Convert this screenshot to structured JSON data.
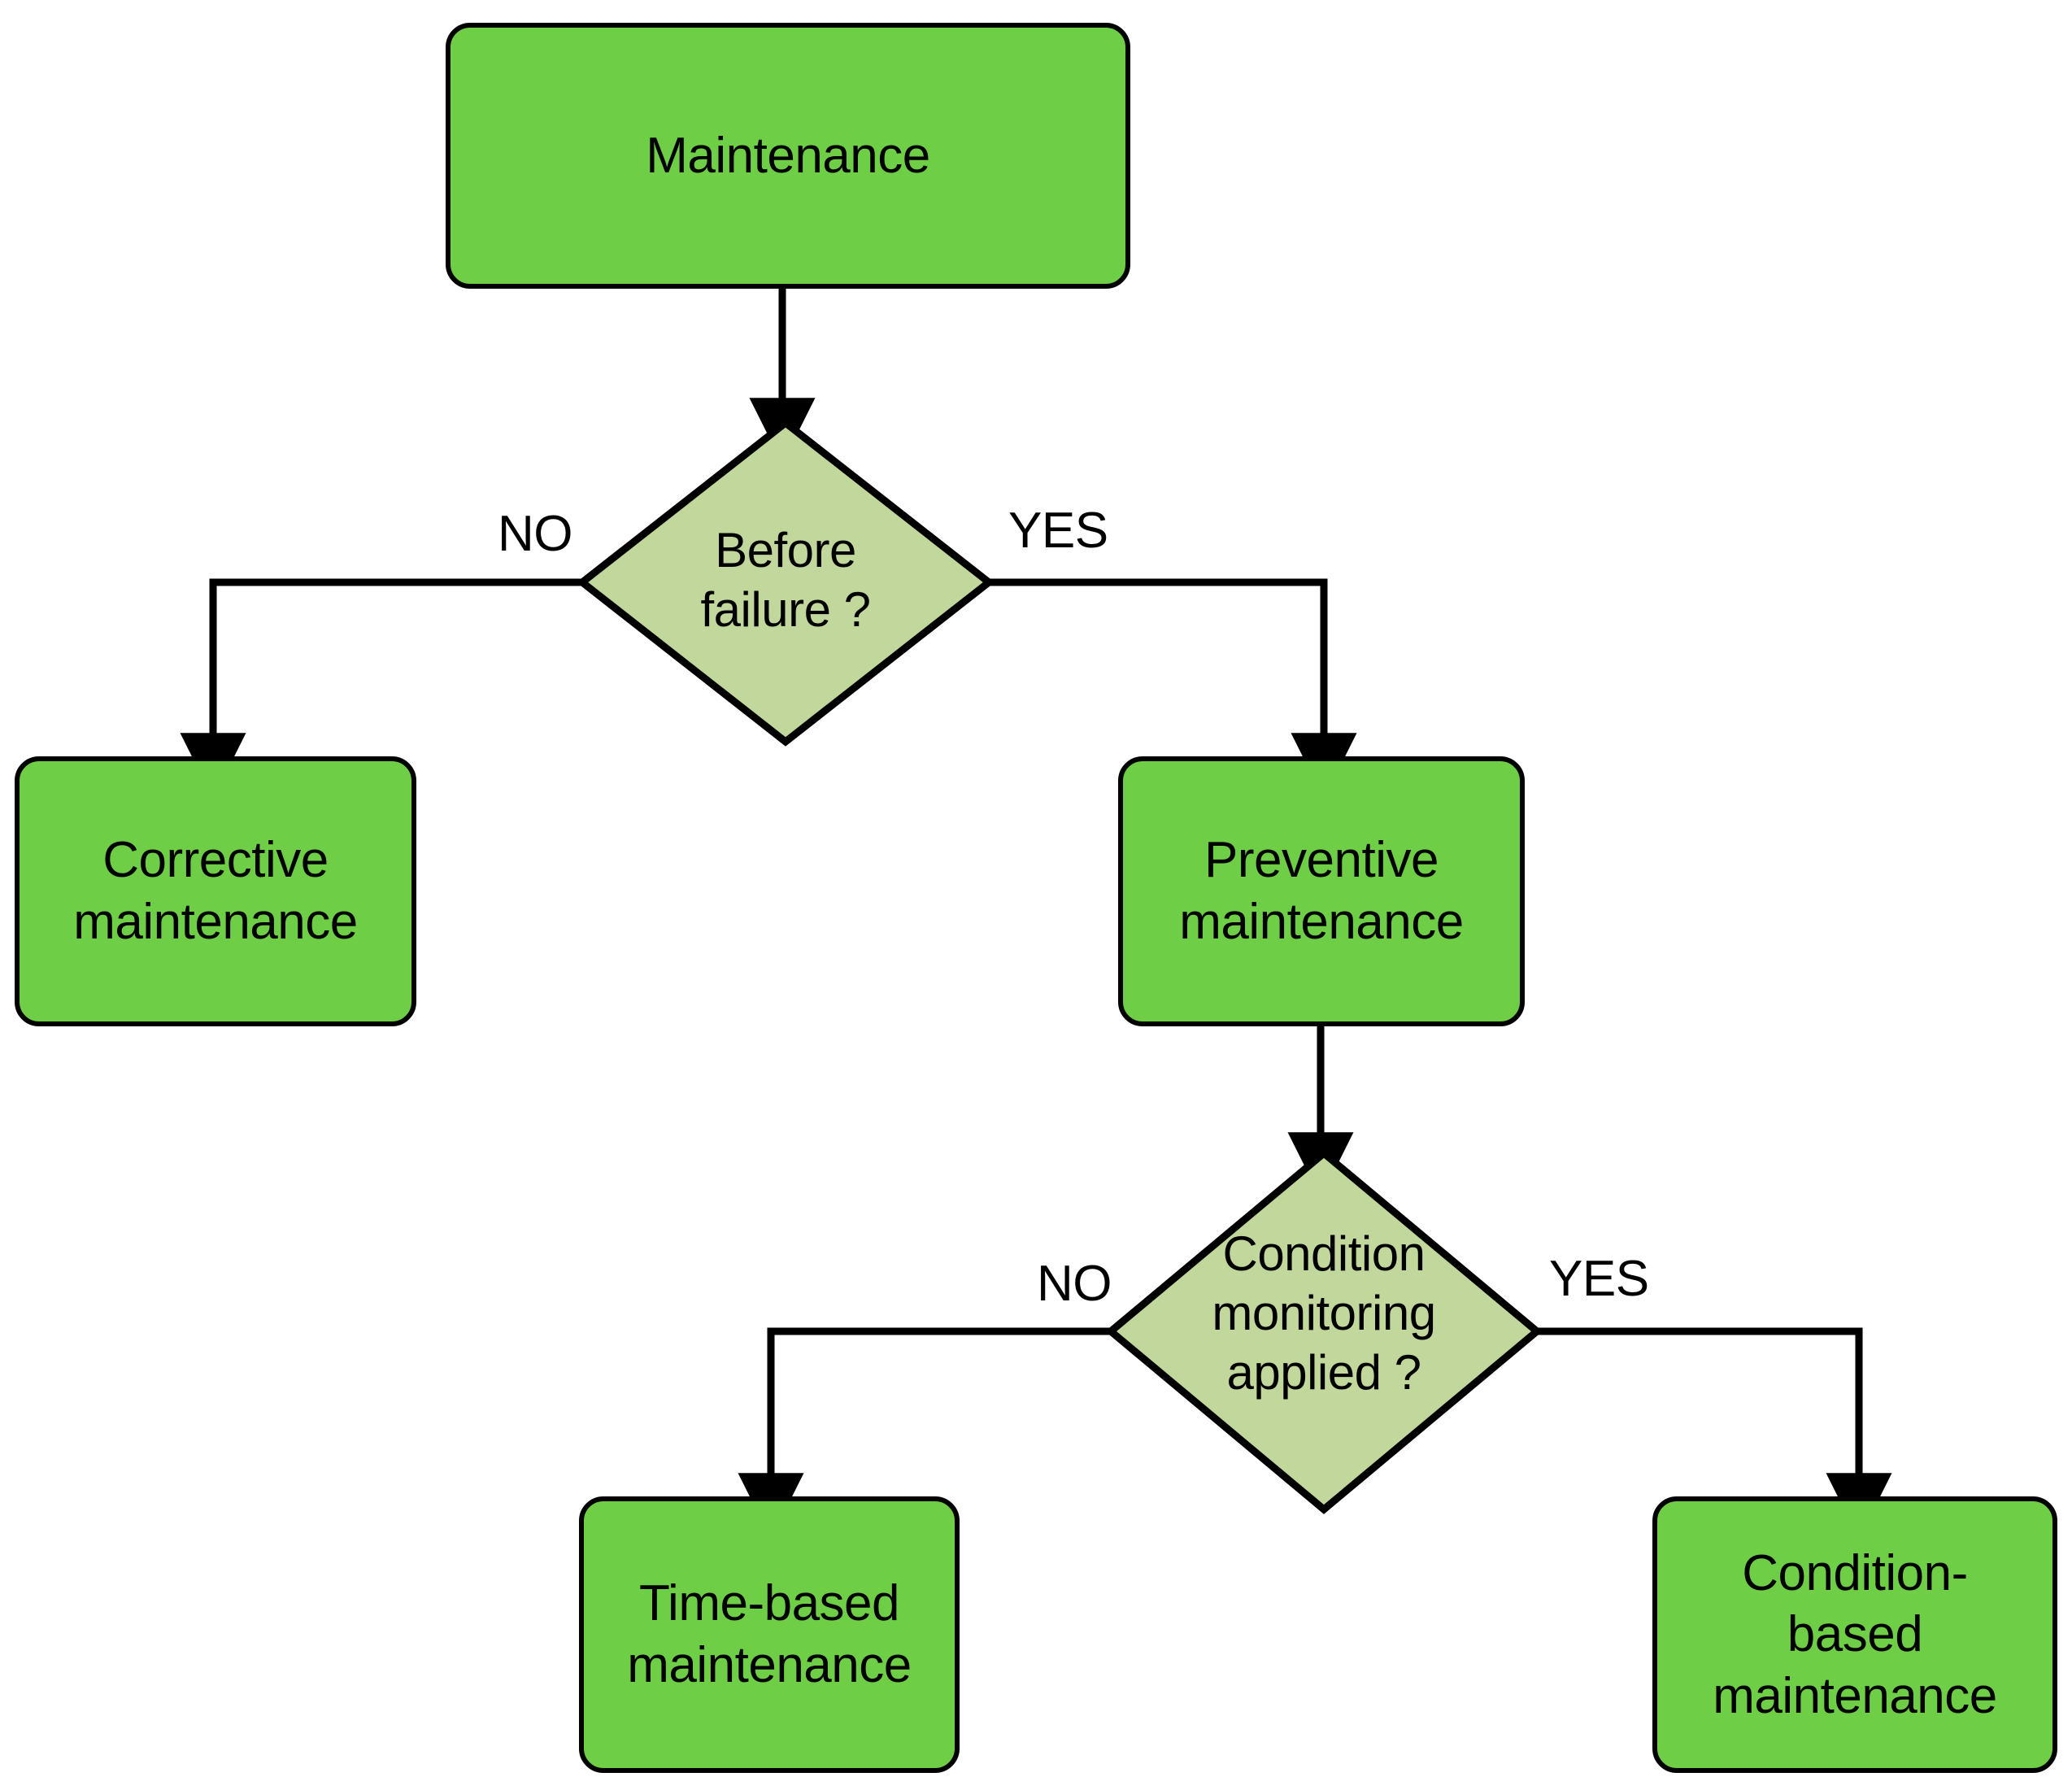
{
  "diagram": {
    "title": "Maintenance classification flowchart",
    "colors": {
      "process_fill": "#6ECE45",
      "decision_fill": "#C1D79B",
      "stroke": "#000000",
      "background": "#FFFFFF"
    },
    "nodes": {
      "maintenance": {
        "label": "Maintenance",
        "type": "process"
      },
      "corrective": {
        "label": "Corrective\nmaintenance",
        "type": "process"
      },
      "preventive": {
        "label": "Preventive\nmaintenance",
        "type": "process"
      },
      "time_based": {
        "label": "Time-based\nmaintenance",
        "type": "process"
      },
      "condition_based": {
        "label": "Condition-\nbased\nmaintenance",
        "type": "process"
      },
      "before_failure": {
        "label": "Before\nfailure ?",
        "type": "decision"
      },
      "condition_monitoring": {
        "label": "Condition\nmonitoring\napplied ?",
        "type": "decision"
      }
    },
    "edges": {
      "maintenance_to_before_failure": {
        "label": ""
      },
      "before_failure_no": {
        "label": "NO"
      },
      "before_failure_yes": {
        "label": "YES"
      },
      "preventive_to_condition_monitoring": {
        "label": ""
      },
      "condition_monitoring_no": {
        "label": "NO"
      },
      "condition_monitoring_yes": {
        "label": "YES"
      }
    }
  }
}
